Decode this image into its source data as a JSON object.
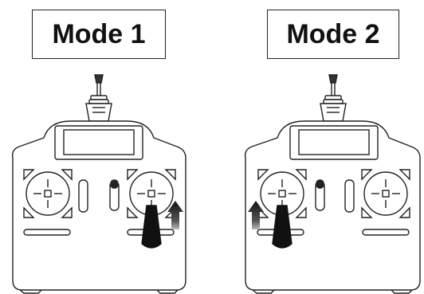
{
  "modes": [
    {
      "label": "Mode 1",
      "throttle_stick": "right"
    },
    {
      "label": "Mode 2",
      "throttle_stick": "left"
    }
  ],
  "colors": {
    "ink": "#222222",
    "arrow": "#111111",
    "background": "#ffffff"
  }
}
